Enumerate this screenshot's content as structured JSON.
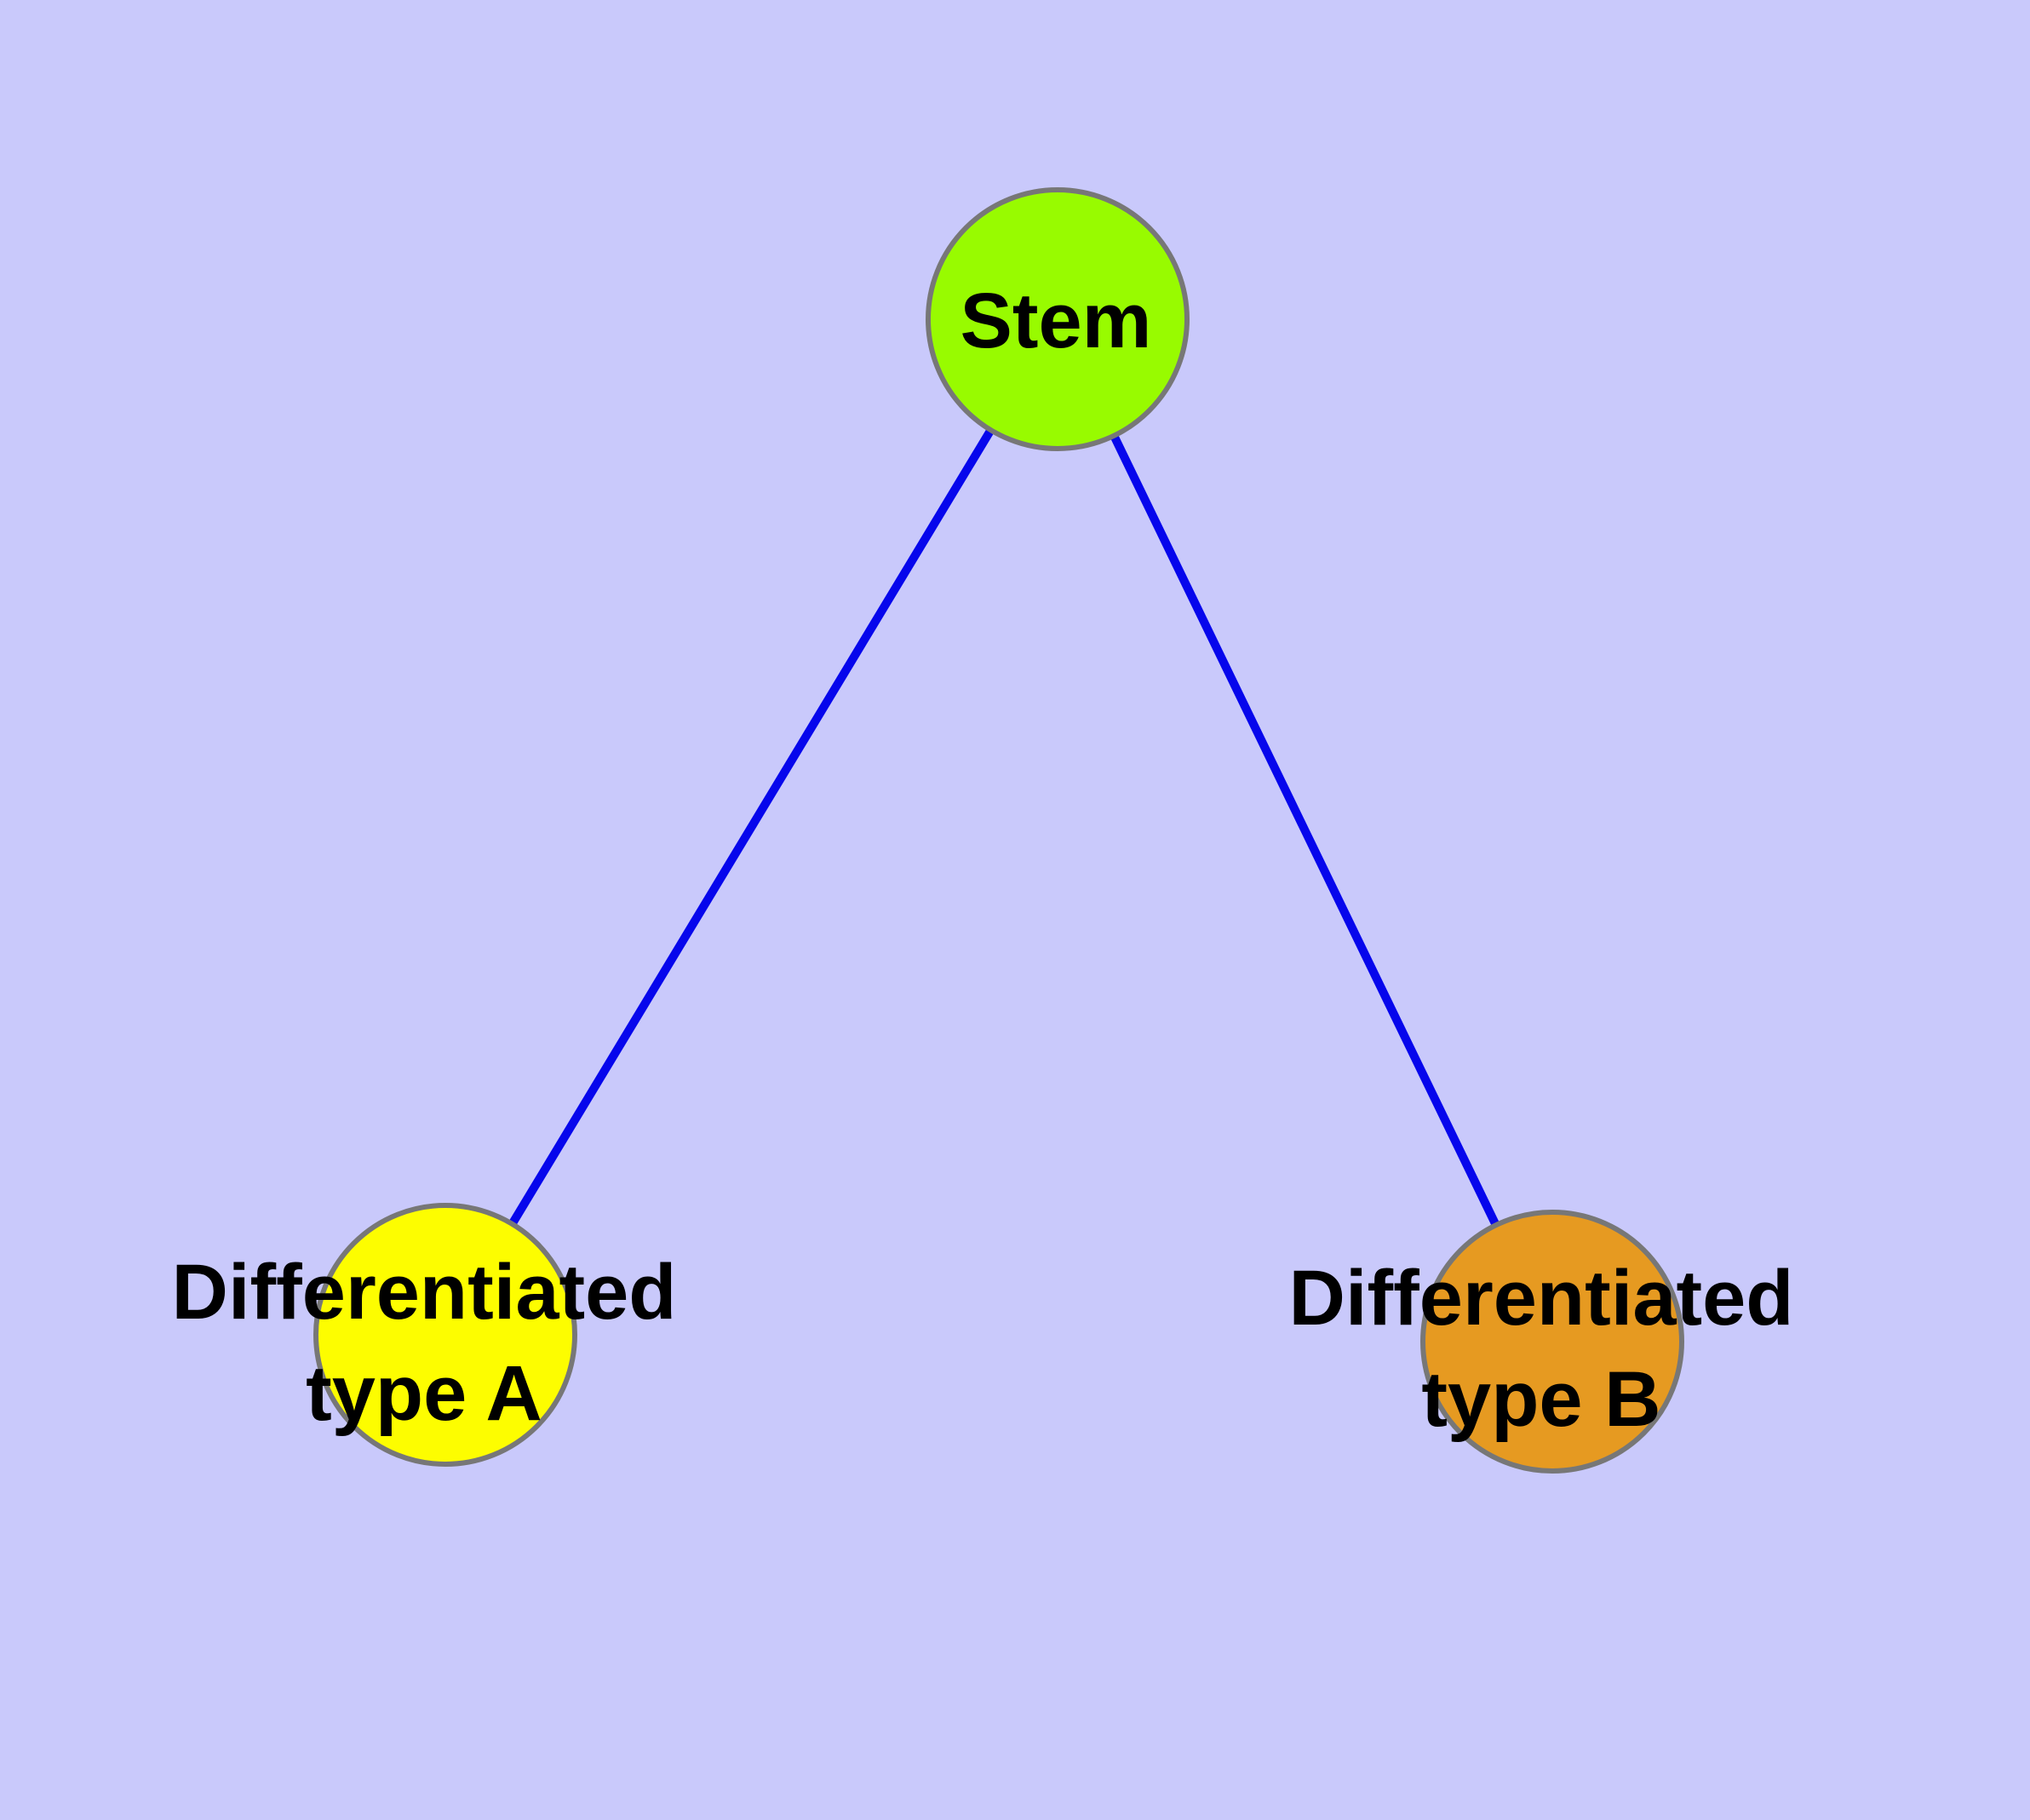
{
  "diagram": {
    "type": "node-link-graph",
    "background_color": "#c9c9fb",
    "edge_color": "#0606ec",
    "edge_width": "10",
    "node_border_color": "#777777",
    "node_border_width": "6",
    "label_color": "#000000",
    "nodes": [
      {
        "id": "stem",
        "label": "Stem",
        "label_lines": [
          "Stem"
        ],
        "fill": "#98fb00"
      },
      {
        "id": "differentiated-type-a",
        "label": "Differentiated type A",
        "label_lines": [
          "Differentiated",
          "type A"
        ],
        "fill": "#fdfd00"
      },
      {
        "id": "differentiated-type-b",
        "label": "Differentiated type B",
        "label_lines": [
          "Differentiated",
          "type B"
        ],
        "fill": "#e69a21"
      }
    ],
    "edges": [
      {
        "from": "Stem",
        "to": "Differentiated type A"
      },
      {
        "from": "Stem",
        "to": "Differentiated type B"
      }
    ]
  }
}
